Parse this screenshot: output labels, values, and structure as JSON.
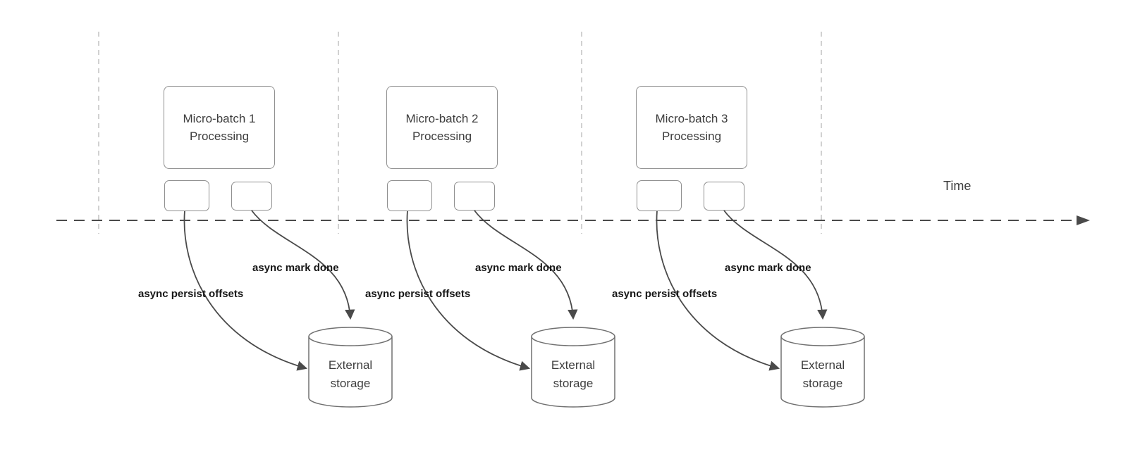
{
  "diagram": {
    "time_axis_label": "Time",
    "arrow_labels": {
      "persist": "async persist offsets",
      "done": "async mark done"
    },
    "storage_label": "External storage",
    "batches": [
      {
        "line1": "Micro-batch 1",
        "line2": "Processing"
      },
      {
        "line1": "Micro-batch 2",
        "line2": "Processing"
      },
      {
        "line1": "Micro-batch 3",
        "line2": "Processing"
      }
    ],
    "colors": {
      "background": "#ffffff",
      "box_stroke": "#8f8f8f",
      "arrow_stroke": "#4a4a4a",
      "guide_stroke": "#c2c2c2",
      "text": "#3d3d3d",
      "label_text": "#161616"
    }
  }
}
